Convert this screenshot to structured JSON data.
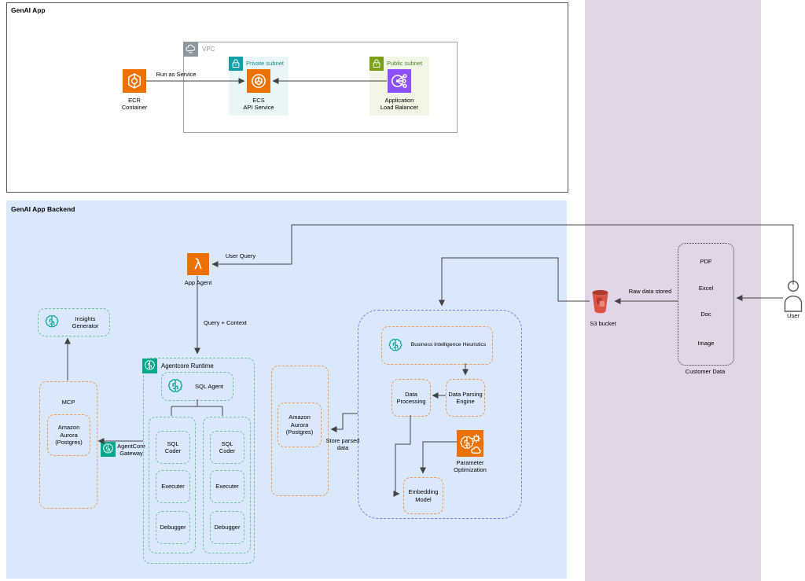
{
  "colors": {
    "aws_orange": "#ED7100",
    "aws_teal": "#01A88D",
    "alb_purple": "#8C4FFF",
    "s3_red": "#DB5145",
    "private_subnet_teal": "#12A0A8",
    "public_subnet_green": "#7AA116",
    "backend_fill": "#DAE8FC",
    "customer_zone_fill": "#E1D5E7",
    "dashed_orange": "#F0975A",
    "dashed_green": "#6FC294",
    "dashed_blue": "#7979EC",
    "line": "#424242"
  },
  "genai_app": {
    "title": "GenAI App",
    "vpc": {
      "label": "VPC"
    },
    "private_subnet": {
      "label": "Private subnet"
    },
    "public_subnet": {
      "label": "Public subnet"
    },
    "ecr": {
      "label": "ECR\nContainer"
    },
    "ecs": {
      "label": "ECS\nAPI Service"
    },
    "alb": {
      "label": "Application\nLoad Balancer"
    },
    "edges": {
      "run_as_service": "Run as Service"
    }
  },
  "backend": {
    "title": "GenAI App Backend",
    "app_agent": {
      "label": "App Agent"
    },
    "insights_generator": {
      "label": "Insights\nGenerator"
    },
    "mcp": {
      "label": "MCP",
      "aurora": {
        "label": "Amazon\nAurora\n(Postgres)"
      }
    },
    "agentcore_gateway": {
      "label": "AgentCore\nGateway"
    },
    "agentcore_runtime": {
      "label": "Agentcore Runtime",
      "sql_agent": {
        "label": "SQL Agent"
      },
      "columns": [
        {
          "sql_coder": "SQL\nCoder",
          "executer": "Executer",
          "debugger": "Debugger"
        },
        {
          "sql_coder": "SQL\nCoder",
          "executer": "Executer",
          "debugger": "Debugger"
        }
      ]
    },
    "aurora_store": {
      "label": "Amazon\nAurora\n(Postgres)"
    },
    "pipeline": {
      "bih": {
        "label": "Business Intelligence Heuristics"
      },
      "data_processing": {
        "label": "Data\nProcessing"
      },
      "data_parsing_engine": {
        "label": "Data Parsing\nEngine"
      },
      "parameter_optimization": {
        "label": "Parameter\nOptimization"
      },
      "embedding_model": {
        "label": "Embedding\nModel"
      }
    },
    "edges": {
      "user_query": "User Query",
      "query_context": "Query + Context",
      "store_parsed": "Store parsed\ndata"
    }
  },
  "data_zone": {
    "s3": {
      "label": "S3 bucket"
    },
    "customer_data": {
      "label": "Customer Data",
      "items": [
        "PDF",
        "Excel",
        "Doc",
        "Image"
      ]
    },
    "user": {
      "label": "User"
    },
    "edges": {
      "raw_data_stored": "Raw data stored"
    }
  }
}
